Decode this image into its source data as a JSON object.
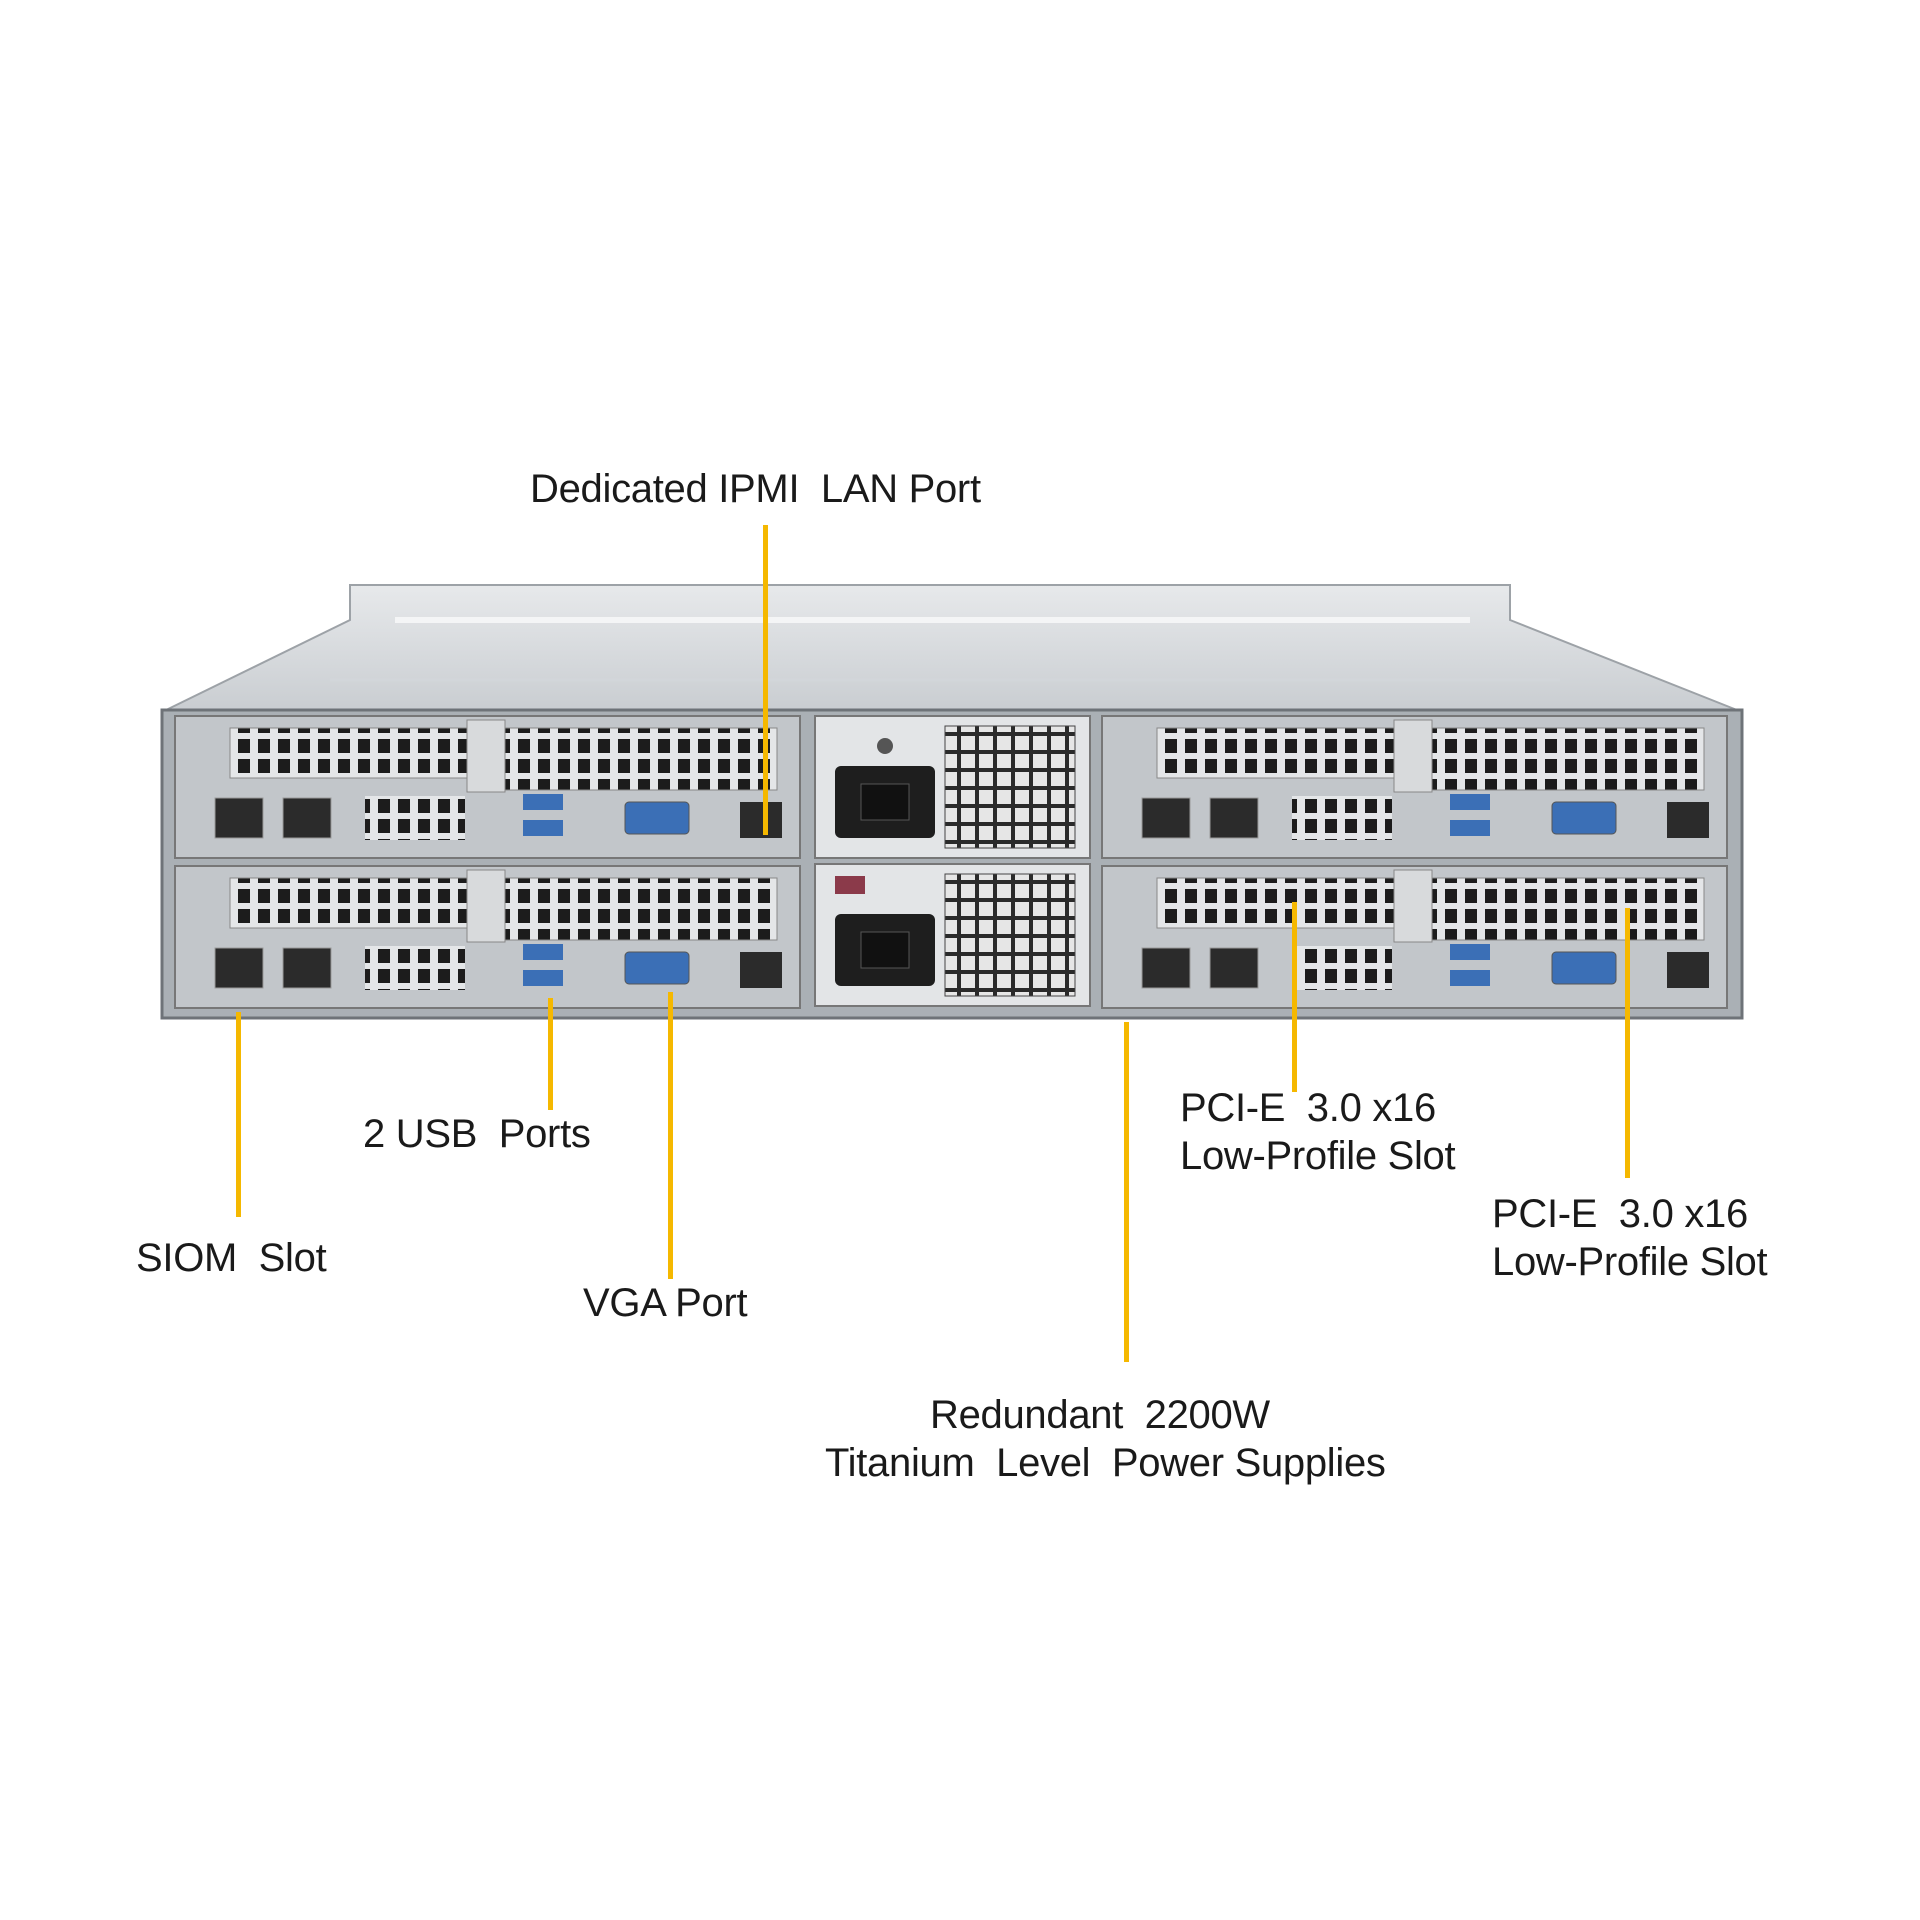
{
  "callouts": {
    "ipmi": "Dedicated IPMI  LAN Port",
    "usb": "2 USB  Ports",
    "siom": "SIOM  Slot",
    "vga": "VGA Port",
    "psu_line1": "Redundant  2200W",
    "psu_line2": "Titanium  Level  Power Supplies",
    "pcie1_line1": "PCI-E  3.0 x16",
    "pcie1_line2": "Low-Profile Slot",
    "pcie2_line1": "PCI-E  3.0 x16",
    "pcie2_line2": "Low-Profile Slot"
  },
  "colors": {
    "leader_line": "#f5b800",
    "chassis_face": "#b9bdc1",
    "chassis_top": "#dcdfe2",
    "port_blue": "#3b6fb6"
  }
}
